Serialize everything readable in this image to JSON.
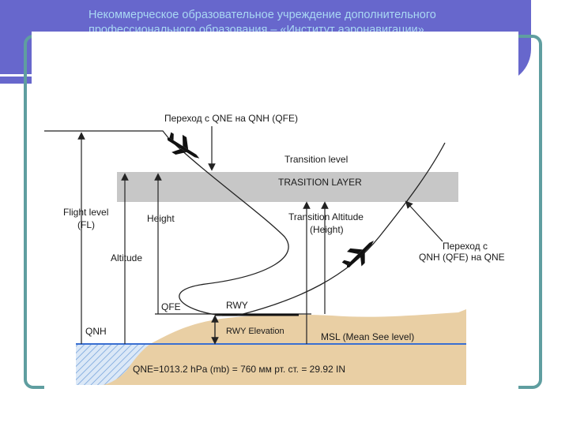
{
  "header": {
    "line1": "Некоммерческое образовательное учреждение дополнительного",
    "line2": "профессионального образования – «Институт аэронавигации»",
    "background_color": "#6767cc",
    "text_color": "#a9d8f3"
  },
  "frame_color": "#5f9ea0",
  "diagram": {
    "transition_qne_to_qnh": "Переход с QNE на QNH (QFE)",
    "transition_level": "Transition level",
    "transition_layer": "TRASITION  LAYER",
    "flight_level": "Flight level",
    "flight_level_abbr": "(FL)",
    "height": "Height",
    "altitude": "Altitude",
    "transition_altitude": "Transition Altitude",
    "transition_altitude_sub": "(Height)",
    "transition_qnh_to_qne_line1": "Переход с",
    "transition_qnh_to_qne_line2": "QNH (QFE) на QNE",
    "qfe": "QFE",
    "rwy": "RWY",
    "rwy_elevation": "RWY  Elevation",
    "qnh": "QNH",
    "msl": "MSL (Mean See level)",
    "qne_formula": "QNE=1013.2 hPa (mb) = 760 мм рт. ст. = 29.92 IN",
    "colors": {
      "ground": "#e9cfa4",
      "layer": "#c7c7c7",
      "sea_line": "#3a6fd1",
      "sea_hatch": "#6a9bd8"
    }
  }
}
